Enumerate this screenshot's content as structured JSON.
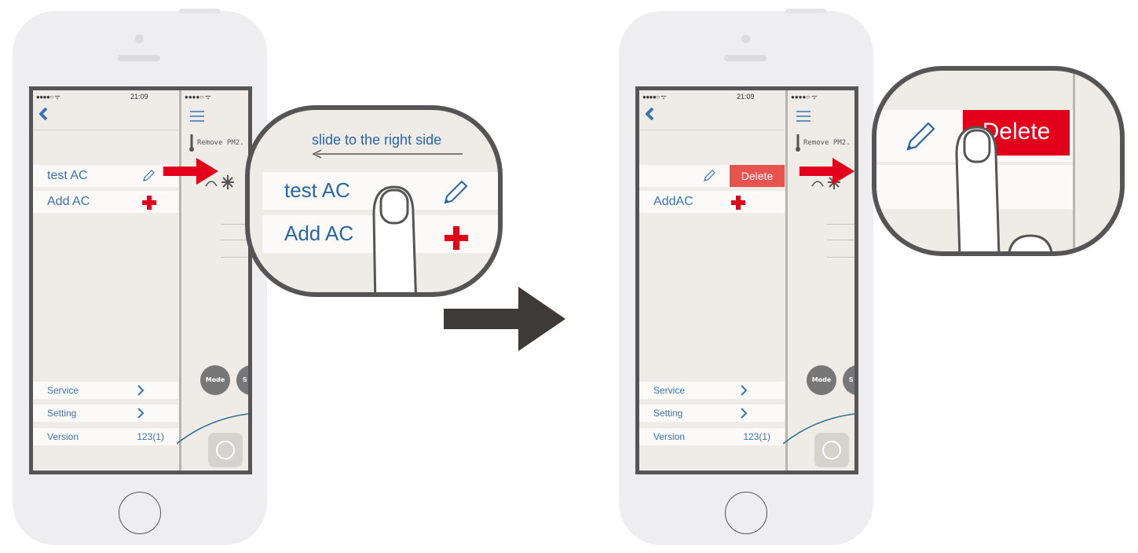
{
  "phone_left": {
    "status_time": "21:09",
    "menu_items": [
      {
        "label": "test AC",
        "icon": "pencil-icon"
      },
      {
        "label": "Add AC",
        "icon": "plus-icon"
      }
    ],
    "bottom_items": [
      {
        "label": "Service",
        "value": ""
      },
      {
        "label": "Setting",
        "value": ""
      },
      {
        "label": "Version",
        "value": "123(1)"
      }
    ],
    "right_panel": {
      "label": "Remove PM2.",
      "mode_button": "Mode",
      "second_button": "S"
    }
  },
  "callout_left": {
    "instruction": "slide to the right side",
    "items": [
      {
        "label": "test AC"
      },
      {
        "label": "Add AC"
      }
    ]
  },
  "phone_right": {
    "status_time": "21:09",
    "delete_label": "Delete",
    "menu_items": [
      {
        "label": ""
      },
      {
        "label": "AddAC"
      }
    ],
    "bottom_items": [
      {
        "label": "Service",
        "value": ""
      },
      {
        "label": "Setting",
        "value": ""
      },
      {
        "label": "Version",
        "value": "123(1)"
      }
    ],
    "right_panel": {
      "label": "Remove PM2.",
      "mode_button": "Mode",
      "second_button": "S"
    }
  },
  "callout_right": {
    "delete_label": "Delete"
  },
  "colors": {
    "link_blue": "#3a72b6",
    "delete_red": "#e8524f",
    "callout_red": "#e3001b",
    "arrow_dark": "#3d3a39",
    "frame_gray": "#555555"
  }
}
